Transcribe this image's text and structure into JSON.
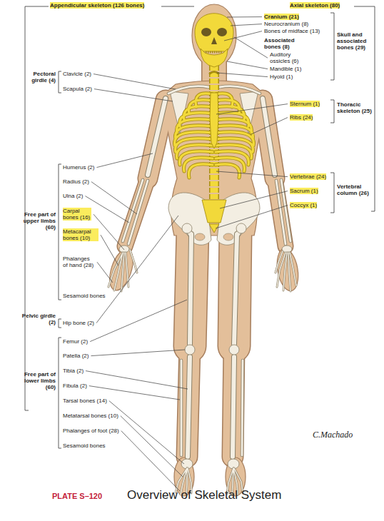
{
  "diagram": {
    "title": "Overview of Skeletal System",
    "labels": [
      "Appendicular skeleton (126 bones)",
      "Axial skeleton (80)",
      "Cranium (21)",
      "Neurocranium (8)",
      "Bones of midface (13)",
      "Skull and associated bones (29)",
      "Associated bones (8)",
      "Auditory ossicles (6)",
      "Mandible (1)",
      "Hyoid (1)",
      "Sternum (1)",
      "Ribs (24)",
      "Thoracic skeleton (25)",
      "Vertebrae (24)",
      "Sacrum (1)",
      "Coccyx (1)",
      "Vertebral column (26)",
      "Pectoral girdle (4)",
      "Clavicle (2)",
      "Scapula (2)",
      "Humerus (2)",
      "Radius (2)",
      "Ulna (2)",
      "Carpal bones (16)",
      "Metacarpal bones (10)",
      "Phalanges of hand (28)",
      "Sesamoid bones",
      "Free part of upper limbs (60)",
      "Pelvic girdle (2)",
      "Hip bone (2)",
      "Femur (2)",
      "Patella (2)",
      "Tibia (2)",
      "Fibula (2)",
      "Tarsal bones (14)",
      "Metatarsal bones (10)",
      "Phalanges of foot (28)",
      "Sesamoid bones",
      "Free part of lower limbs (60)",
      "C.Machado",
      "PLATE S–120"
    ]
  }
}
